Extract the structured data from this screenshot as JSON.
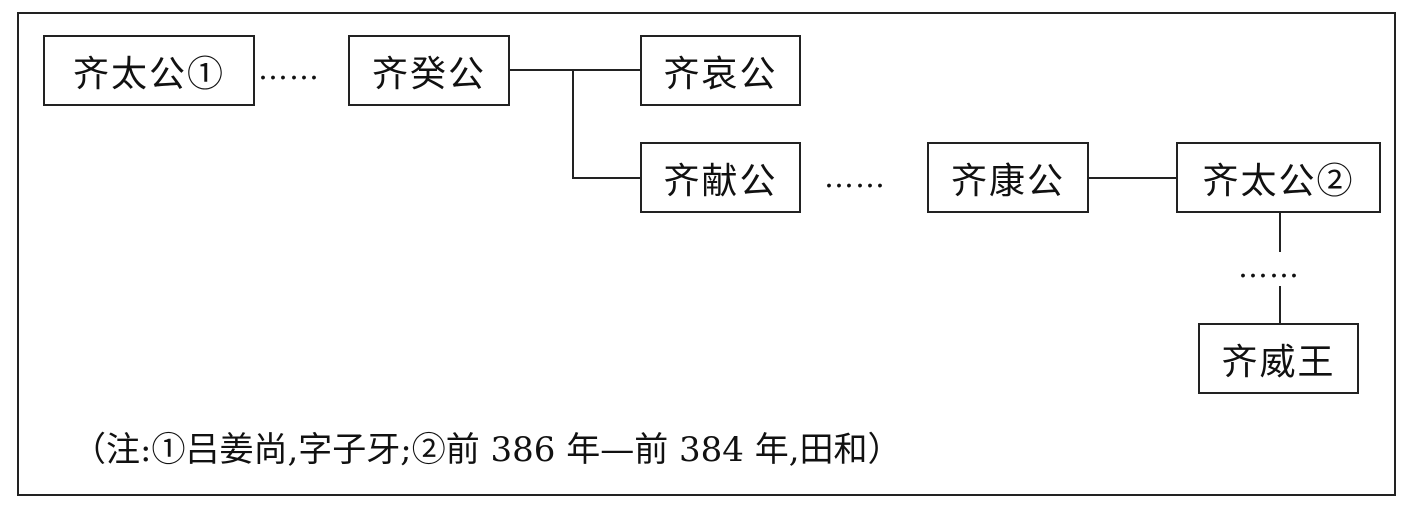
{
  "nodes": {
    "qi_taigong_1": "齐太公①",
    "qi_guigong": "齐癸公",
    "qi_aigong": "齐哀公",
    "qi_xiangong": "齐献公",
    "qi_kanggong": "齐康公",
    "qi_taigong_2": "齐太公②",
    "qi_weiwang": "齐威王"
  },
  "ellipsis": "……",
  "note": "（注:①吕姜尚,字子牙;②前 386 年—前 384 年,田和）"
}
